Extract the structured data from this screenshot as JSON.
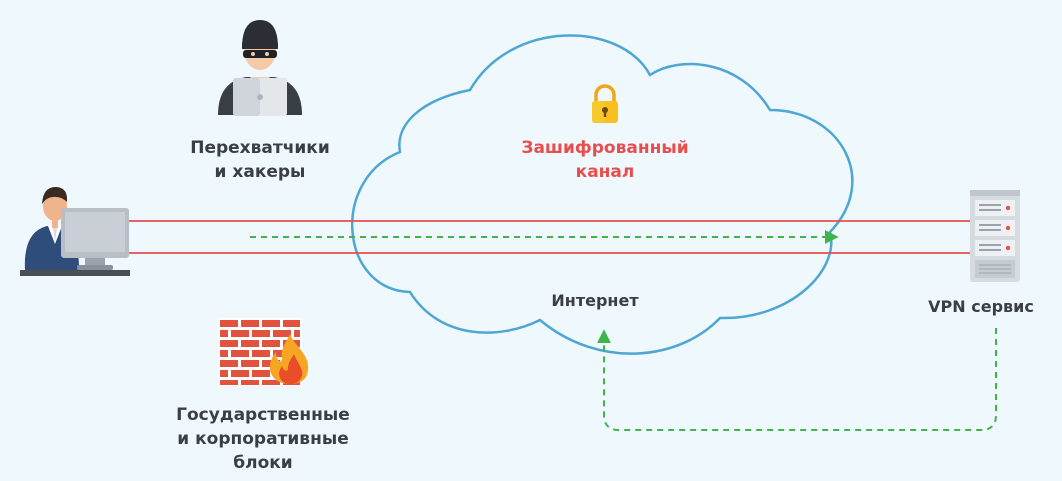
{
  "nodes": {
    "hackers": {
      "lines": [
        "Перехватчики",
        "и хакеры"
      ],
      "icon": "hacker-icon"
    },
    "blocks": {
      "lines": [
        "Государственные",
        "и корпоративные",
        "блоки"
      ],
      "icon": "firewall-icon"
    },
    "cloud": {
      "title_lines": [
        "Зашифрованный",
        "канал"
      ],
      "label": "Интернет",
      "icon": "lock-icon"
    },
    "vpn": {
      "label": "VPN сервис",
      "icon": "server-icon"
    },
    "user": {
      "icon": "user-at-computer-icon"
    }
  },
  "colors": {
    "background": "#eef8fd",
    "cloud_stroke": "#4fa6d3",
    "tunnel_line": "#e94e4e",
    "flow_arrow": "#3db54a",
    "text": "#3b3f45",
    "accent_text": "#e94e4e"
  }
}
